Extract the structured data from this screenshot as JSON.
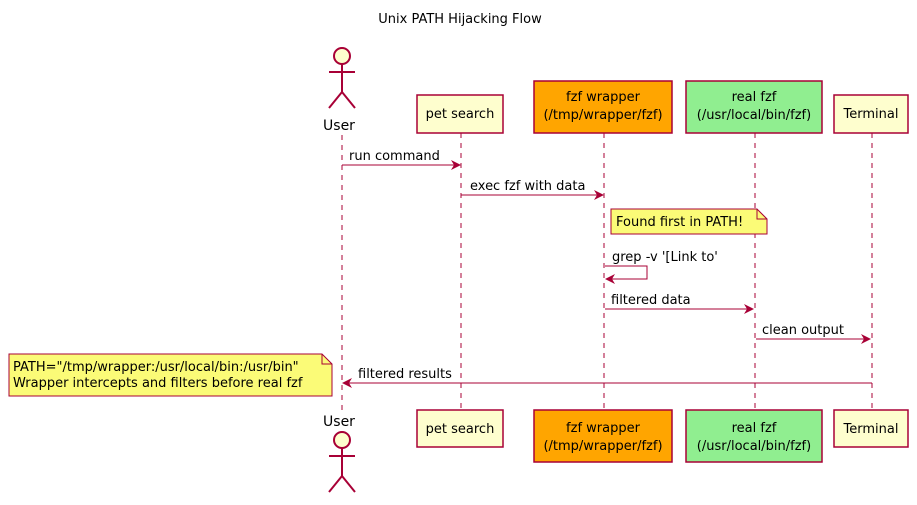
{
  "title": "Unix PATH Hijacking Flow",
  "colors": {
    "participant_fill": "#FEFECE",
    "participant_stroke": "#A80036",
    "wrapper_fill": "#FFA500",
    "realfzf_fill": "#90EE90",
    "note_fill": "#FBFB77",
    "arrow": "#A80036",
    "lifeline": "#A80036"
  },
  "participants": [
    {
      "id": "user",
      "type": "actor",
      "label": "User"
    },
    {
      "id": "pet",
      "type": "box",
      "lines": [
        "pet search"
      ]
    },
    {
      "id": "wrapper",
      "type": "box",
      "lines": [
        "fzf wrapper",
        "(/tmp/wrapper/fzf)"
      ]
    },
    {
      "id": "realfzf",
      "type": "box",
      "lines": [
        "real fzf",
        "(/usr/local/bin/fzf)"
      ]
    },
    {
      "id": "terminal",
      "type": "box",
      "lines": [
        "Terminal"
      ]
    }
  ],
  "messages": [
    {
      "from": "user",
      "to": "pet",
      "label": "run command"
    },
    {
      "from": "pet",
      "to": "wrapper",
      "label": "exec fzf with data"
    },
    {
      "from": "wrapper",
      "to": "wrapper",
      "label": "grep -v '[Link to'"
    },
    {
      "from": "wrapper",
      "to": "realfzf",
      "label": "filtered data"
    },
    {
      "from": "realfzf",
      "to": "terminal",
      "label": "clean output"
    },
    {
      "from": "terminal",
      "to": "user",
      "label": "filtered results"
    }
  ],
  "notes": [
    {
      "over": "wrapper",
      "lines": [
        "Found first in PATH!"
      ]
    },
    {
      "left_of": "user",
      "lines": [
        "PATH=\"/tmp/wrapper:/usr/local/bin:/usr/bin\"",
        "Wrapper intercepts and filters before real fzf"
      ]
    }
  ]
}
